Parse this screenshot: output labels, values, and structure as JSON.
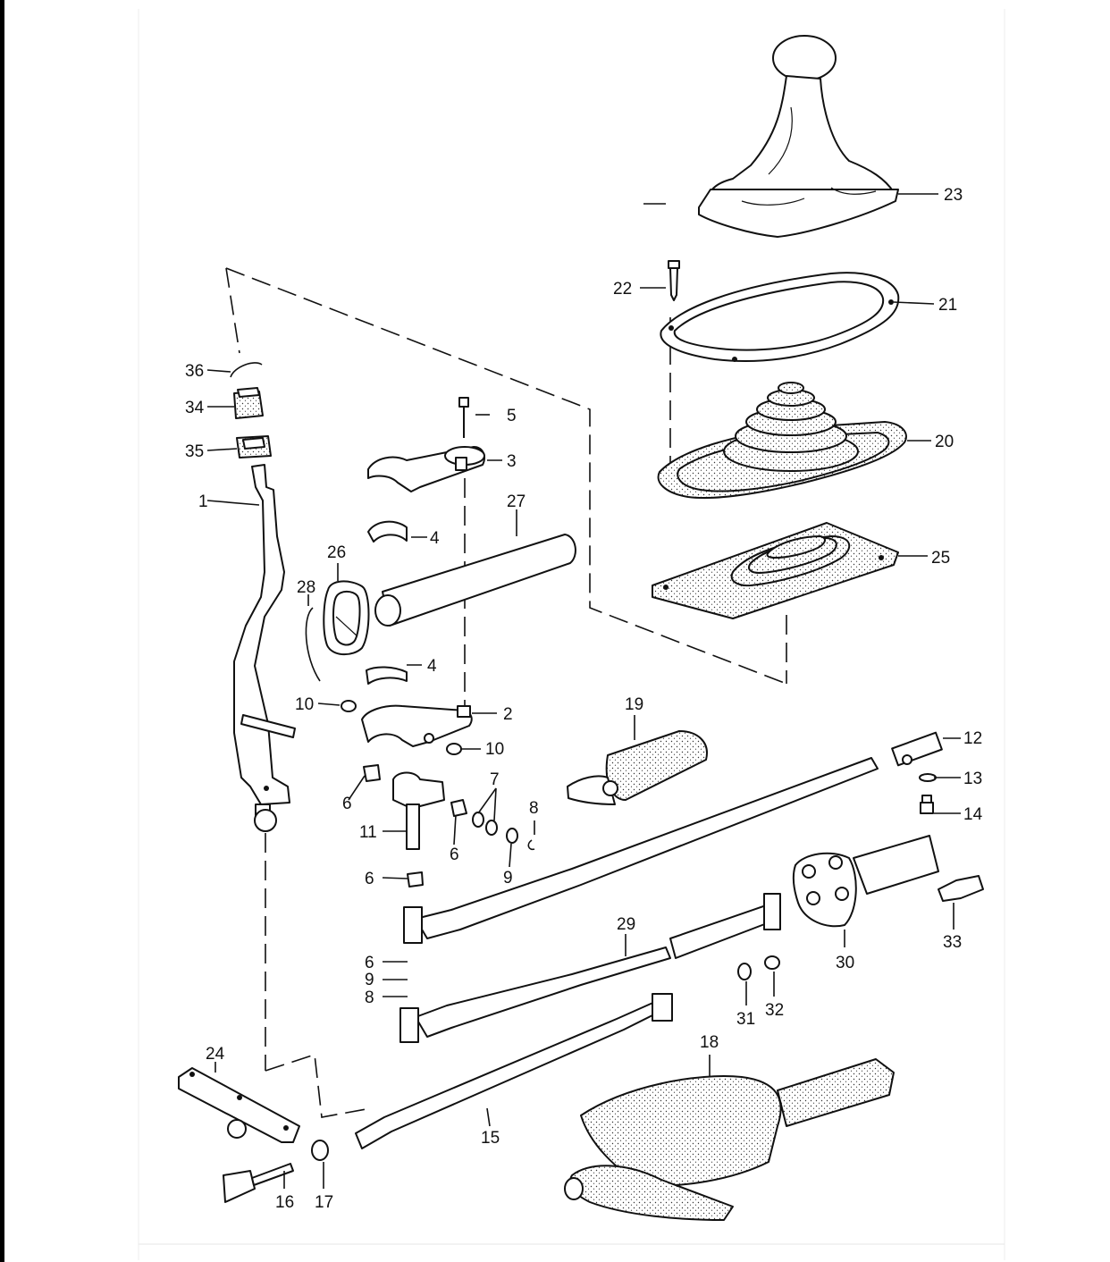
{
  "diagram": {
    "labels": [
      "1",
      "2",
      "3",
      "4",
      "4",
      "5",
      "6",
      "6",
      "6",
      "6",
      "7",
      "8",
      "8",
      "9",
      "9",
      "10",
      "10",
      "11",
      "12",
      "13",
      "14",
      "15",
      "16",
      "17",
      "18",
      "19",
      "20",
      "21",
      "22",
      "23",
      "24",
      "25",
      "26",
      "27",
      "28",
      "29",
      "30",
      "31",
      "32",
      "33",
      "34",
      "35",
      "36"
    ]
  }
}
